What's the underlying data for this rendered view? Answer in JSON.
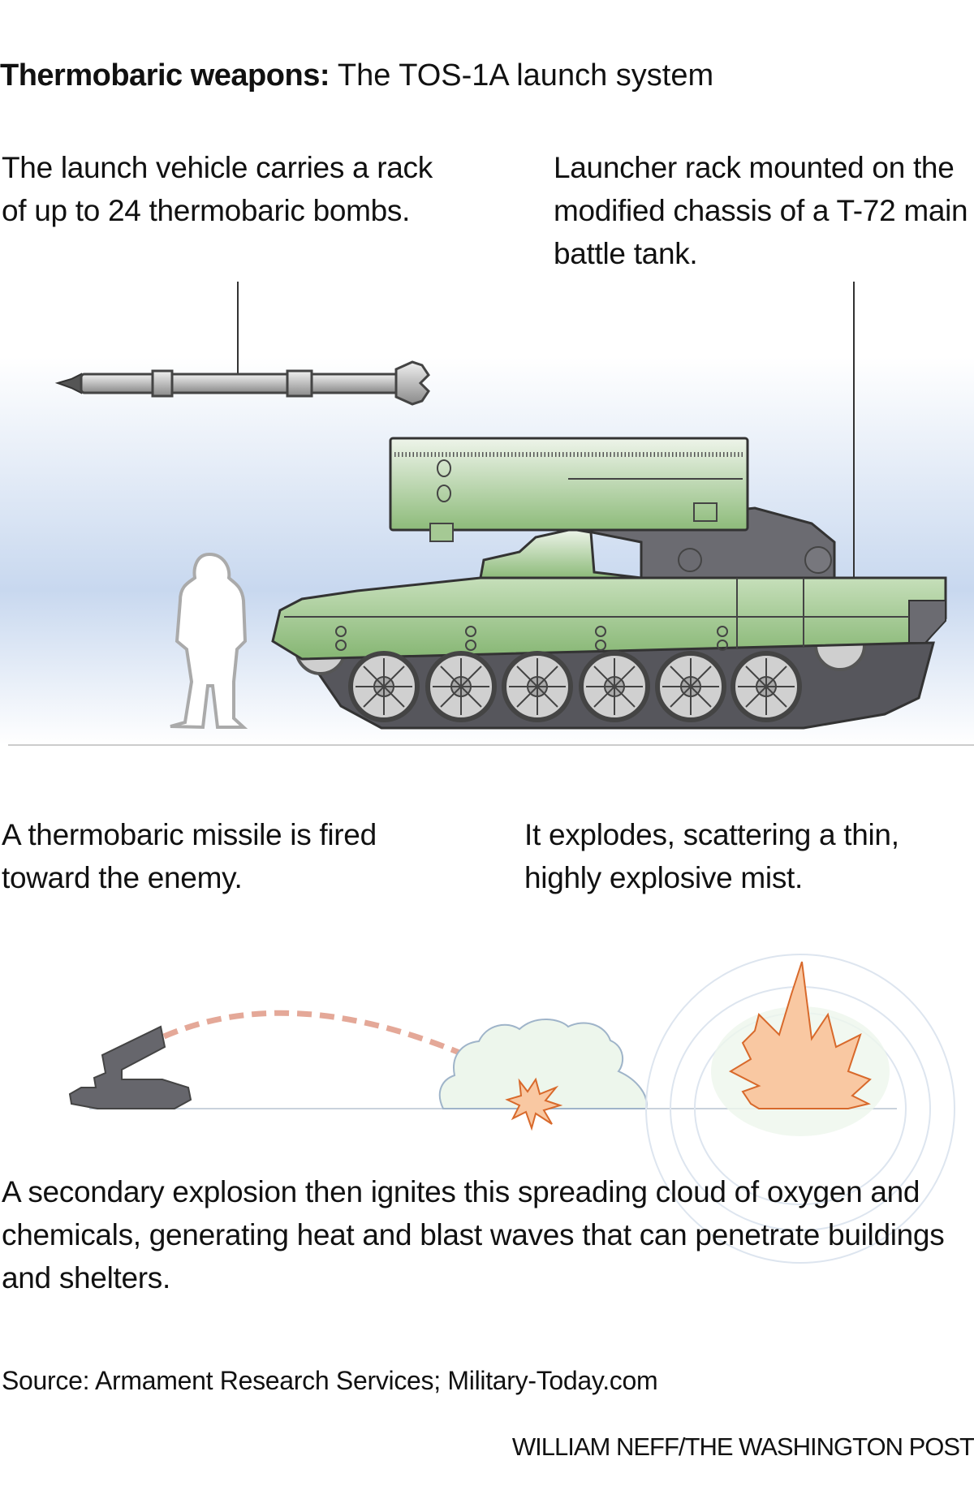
{
  "title": {
    "bold": "Thermobaric weapons:",
    "rest": " The TOS-1A launch system"
  },
  "annotations": {
    "left": "The launch vehicle carries a rack of up to 24 thermobaric bombs.",
    "right": "Launcher rack mounted on the modified chassis of a T-72 main battle tank."
  },
  "steps": {
    "fired": "A thermobaric missile is fired toward the enemy.",
    "explodes": "It explodes, scattering a thin, highly explosive mist.",
    "secondary": "A secondary explosion then ignites this spreading cloud of oxygen and chemicals, generating heat and blast waves that can penetrate buildings and shelters."
  },
  "source": "Source: Armament Research Services; Military-Today.com",
  "credit": "William Neff/The Washington Post",
  "colors": {
    "green": "#9cc78a",
    "gray": "#66666c",
    "sky": "#c8d8ef",
    "flame": "#f9c8a2",
    "flame_stroke": "#d8692b",
    "trajectory": "#e4a898",
    "mist": "#edf6ec"
  }
}
